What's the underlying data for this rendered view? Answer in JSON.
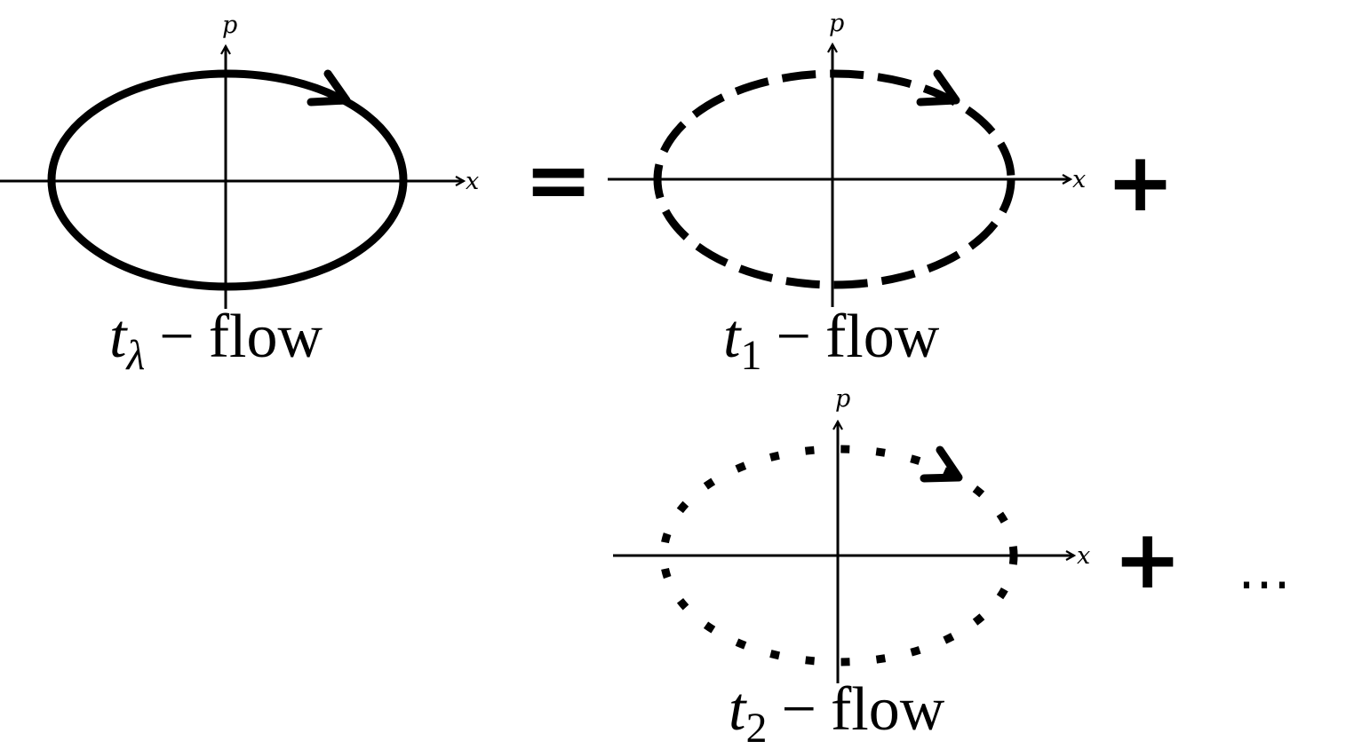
{
  "colors": {
    "ink": "#000000",
    "background": "#ffffff"
  },
  "axis_labels": {
    "x": "x",
    "p": "p"
  },
  "operators": {
    "equals": "=",
    "plus": "+",
    "ellipsis": "⋯"
  },
  "diagrams": [
    {
      "id": "t-lambda",
      "line_style": "solid",
      "label": {
        "var": "t",
        "sub": "λ",
        "op": "−",
        "word": "flow"
      }
    },
    {
      "id": "t-1",
      "line_style": "dashed",
      "label": {
        "var": "t",
        "sub": "1",
        "op": "−",
        "word": "flow"
      }
    },
    {
      "id": "t-2",
      "line_style": "dotted",
      "label": {
        "var": "t",
        "sub": "2",
        "op": "−",
        "word": "flow"
      }
    }
  ]
}
